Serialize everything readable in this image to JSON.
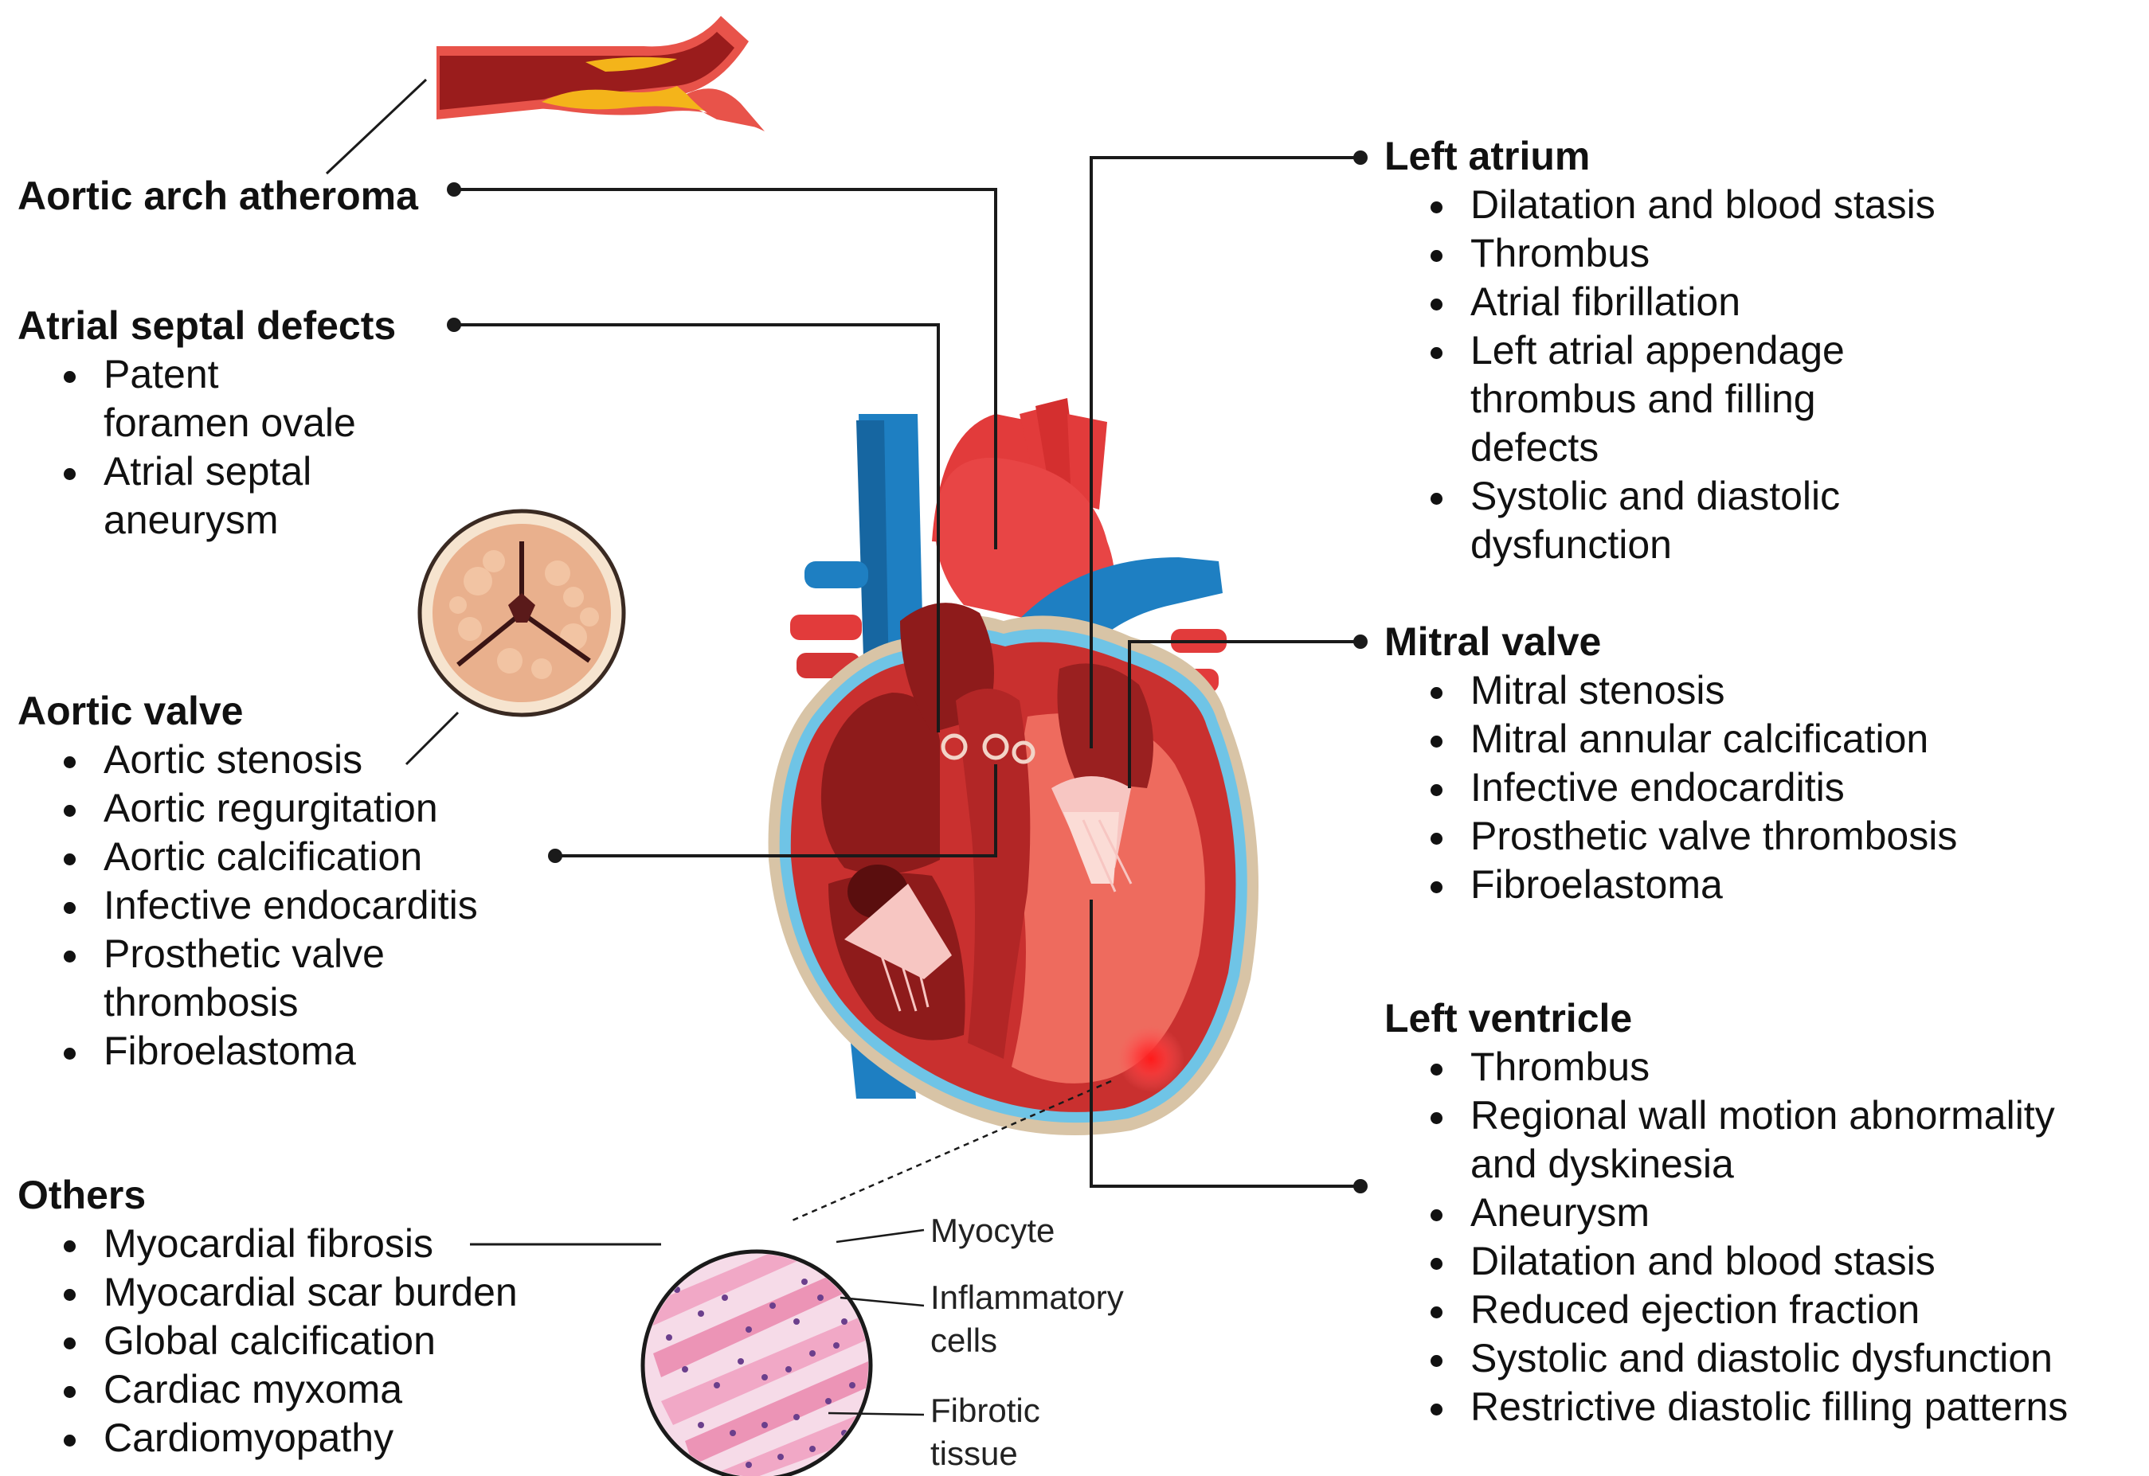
{
  "sections": {
    "aortic_arch": {
      "title": "Aortic arch atheroma"
    },
    "atrial_septal": {
      "title": "Atrial septal defects",
      "items": [
        "Patent",
        "foramen ovale",
        "Atrial septal",
        "aneurysm"
      ]
    },
    "aortic_valve": {
      "title": "Aortic valve",
      "items": [
        "Aortic stenosis",
        "Aortic regurgitation",
        "Aortic calcification",
        "Infective endocarditis",
        "Prosthetic valve",
        "thrombosis",
        "Fibroelastoma"
      ]
    },
    "others": {
      "title": "Others",
      "items": [
        "Myocardial fibrosis",
        "Myocardial scar burden",
        "Global calcification",
        "Cardiac myxoma",
        "Cardiomyopathy"
      ]
    },
    "left_atrium": {
      "title": "Left atrium",
      "items": [
        "Dilatation and blood stasis",
        "Thrombus",
        "Atrial fibrillation",
        "Left atrial appendage",
        "thrombus and filling",
        "defects",
        "Systolic and diastolic",
        "dysfunction"
      ]
    },
    "mitral_valve": {
      "title": "Mitral valve",
      "items": [
        "Mitral stenosis",
        "Mitral annular calcification",
        "Infective endocarditis",
        "Prosthetic valve thrombosis",
        "Fibroelastoma"
      ]
    },
    "left_ventricle": {
      "title": "Left ventricle",
      "items": [
        "Thrombus",
        "Regional wall motion abnormality",
        "and dyskinesia",
        "Aneurysm",
        "Dilatation and blood stasis",
        "Reduced ejection fraction",
        "Systolic and diastolic dysfunction",
        "Restrictive diastolic filling patterns"
      ]
    }
  },
  "histology_labels": {
    "myocyte": "Myocyte",
    "inflammatory_1": "Inflammatory",
    "inflammatory_2": "cells",
    "fibrotic_1": "Fibrotic",
    "fibrotic_2": "tissue"
  },
  "colors": {
    "artery_red": "#e23b3b",
    "vein_blue": "#1e7fc2",
    "myocardium": "#c9302f",
    "chamber_dark": "#8e1b1b",
    "pericardium": "#d8c4a6",
    "connector": "#1a1a1a",
    "histology_pink": "#f1a8c6",
    "nuclei": "#6b3f8c",
    "plaque_yellow": "#f4b41a"
  }
}
